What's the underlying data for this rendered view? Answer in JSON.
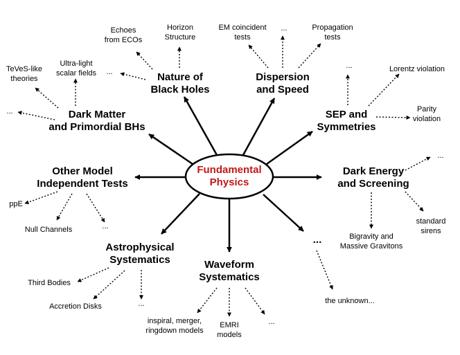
{
  "diagram": {
    "center": "Fundamental\nPhysics",
    "center_color": "#c01818",
    "ring_color": "#000000",
    "main_topics": {
      "nature_black_holes": "Nature of\nBlack Holes",
      "dispersion_speed": "Dispersion\nand Speed",
      "sep_symmetries": "SEP and\nSymmetries",
      "dark_energy": "Dark Energy\nand Screening",
      "ellipsis": "...",
      "waveform": "Waveform\nSystematics",
      "astrophysical": "Astrophysical\nSystematics",
      "other_model": "Other Model\nIndependent Tests",
      "dark_matter": "Dark Matter\nand Primordial BHs"
    },
    "sub_topics": {
      "echoes": "Echoes\nfrom ECOs",
      "horizon": "Horizon\nStructure",
      "bh_dots": "...",
      "em_coincident": "EM coincident\ntests",
      "disp_dots": "...",
      "propagation": "Propagation\ntests",
      "sep_dots": "...",
      "lorentz": "Lorentz violation",
      "parity": "Parity\nviolation",
      "de_dots": "...",
      "bigravity": "Bigravity and\nMassive Gravitons",
      "sirens": "standard\nsirens",
      "unknown": "the unknown...",
      "imr": "inspiral, merger,\nringdown models",
      "emri": "EMRI\nmodels",
      "wf_dots": "...",
      "third_bodies": "Third Bodies",
      "accretion": "Accretion Disks",
      "astro_dots": "...",
      "ppe": "ppE",
      "null": "Null Channels",
      "other_dots": "...",
      "teves": "TeVeS-like\ntheories",
      "ultralight": "Ultra-light\nscalar fields",
      "dm_dots": "..."
    }
  }
}
